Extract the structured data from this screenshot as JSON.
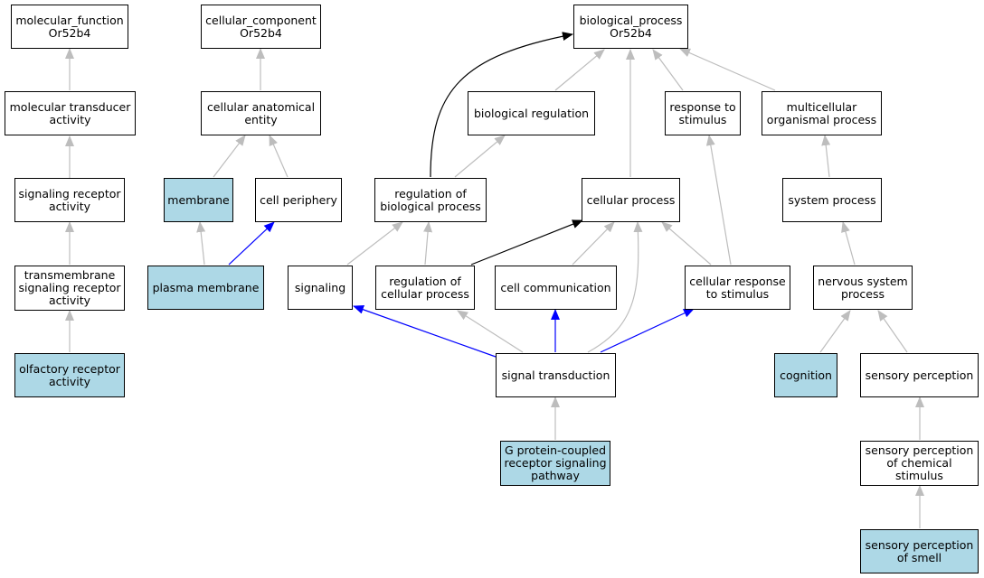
{
  "colors": {
    "highlight": "#add8e6",
    "default_fill": "#ffffff",
    "gray_edge": "#bdbdbd",
    "blue_edge": "#0000ff",
    "black_edge": "#000000"
  },
  "nodes": {
    "molecular_function": "molecular_function\nOr52b4",
    "cellular_component": "cellular_component\nOr52b4",
    "biological_process": "biological_process\nOr52b4",
    "molecular_transducer_activity": "molecular transducer\nactivity",
    "cellular_anatomical_entity": "cellular anatomical\nentity",
    "biological_regulation": "biological regulation",
    "response_to_stimulus": "response to\nstimulus",
    "multicellular_organismal_process": "multicellular\norganismal process",
    "signaling_receptor_activity": "signaling receptor\nactivity",
    "membrane": "membrane",
    "cell_periphery": "cell periphery",
    "regulation_of_biological_process": "regulation of\nbiological process",
    "cellular_process": "cellular process",
    "system_process": "system process",
    "transmembrane_signaling_receptor_activity": "transmembrane\nsignaling receptor\nactivity",
    "plasma_membrane": "plasma membrane",
    "signaling": "signaling",
    "regulation_of_cellular_process": "regulation of\ncellular process",
    "cell_communication": "cell communication",
    "cellular_response_to_stimulus": "cellular response\nto stimulus",
    "nervous_system_process": "nervous system\nprocess",
    "olfactory_receptor_activity": "olfactory receptor\nactivity",
    "signal_transduction": "signal transduction",
    "cognition": "cognition",
    "sensory_perception": "sensory perception",
    "gpcr_signaling_pathway": "G protein-coupled\nreceptor signaling\npathway",
    "sensory_perception_of_chemical_stimulus": "sensory perception\nof chemical\nstimulus",
    "sensory_perception_of_smell": "sensory perception\nof smell"
  }
}
